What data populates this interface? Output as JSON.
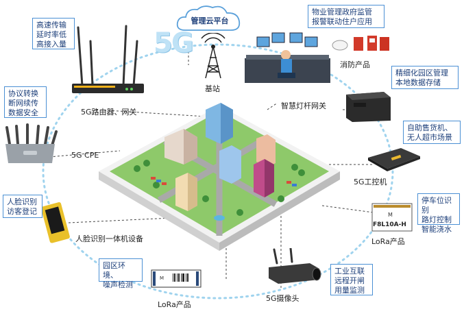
{
  "cloud": {
    "title": "管理云平台"
  },
  "center": {
    "logo": "5G",
    "base_station": "基站"
  },
  "callouts": {
    "router_note": "高速传输\n延时率低\n高接入量",
    "cpe_note": "协议转换\n断网续传\n数据安全",
    "face_note": "人脸识别\n访客登记",
    "env_note": "园区环境、\n噪声检测",
    "gov_note": "物业管理政府监管\n报警联动住户应用",
    "storage_note": "精细化园区管理\n本地数据存储",
    "vending_note": "自助售货机、\n无人超市场景",
    "parking_note": "停车位识别\n路灯控制\n智能浇水",
    "industrial_note": "工业互联\n远程开闸\n用量监测"
  },
  "devices": {
    "router": "5G路由器、网关",
    "cpe": "5G CPE",
    "face_device": "人脸识别一体机设备",
    "lora_left": "LoRa产品",
    "fire": "消防产品",
    "lamp_gateway": "智慧灯杆网关",
    "industrial_pc": "5G工控机",
    "lora_right": "LoRa产品",
    "lora_right_chip": "F8L10A-H",
    "camera": "5G摄像头"
  },
  "colors": {
    "accent_blue": "#4a8fd4",
    "text_blue": "#1d3f7a",
    "ground": "#8ec96a"
  }
}
